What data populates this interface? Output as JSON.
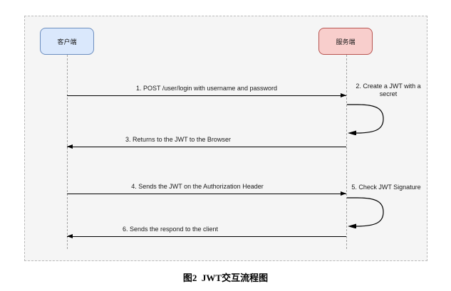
{
  "diagram": {
    "actors": [
      {
        "id": "client",
        "label": "客户端",
        "fill": "#dae8fc",
        "border": "#6c8ebf"
      },
      {
        "id": "server",
        "label": "服务端",
        "fill": "#f8cecc",
        "border": "#b85450"
      }
    ],
    "messages": [
      {
        "seq": "1",
        "label": "1. POST /user/login with username and password",
        "from": "client",
        "to": "server",
        "type": "solid-arrow"
      },
      {
        "seq": "2",
        "label": "2. Create a JWT with a secret",
        "from": "server",
        "to": "server",
        "type": "self-loop"
      },
      {
        "seq": "3",
        "label": "3. Returns to the JWT to the Browser",
        "from": "server",
        "to": "client",
        "type": "solid-arrow"
      },
      {
        "seq": "4",
        "label": "4. Sends the JWT on the Authorization Header",
        "from": "client",
        "to": "server",
        "type": "solid-arrow"
      },
      {
        "seq": "5",
        "label": "5. Check JWT Signature",
        "from": "server",
        "to": "server",
        "type": "self-loop"
      },
      {
        "seq": "6",
        "label": "6. Sends the respond to the client",
        "from": "server",
        "to": "client",
        "type": "solid-arrow"
      }
    ],
    "caption": "图2  JWT交互流程图",
    "colors": {
      "canvas_background": "#f5f5f5",
      "canvas_border": "#b9b9b9",
      "line": "#000000"
    }
  }
}
